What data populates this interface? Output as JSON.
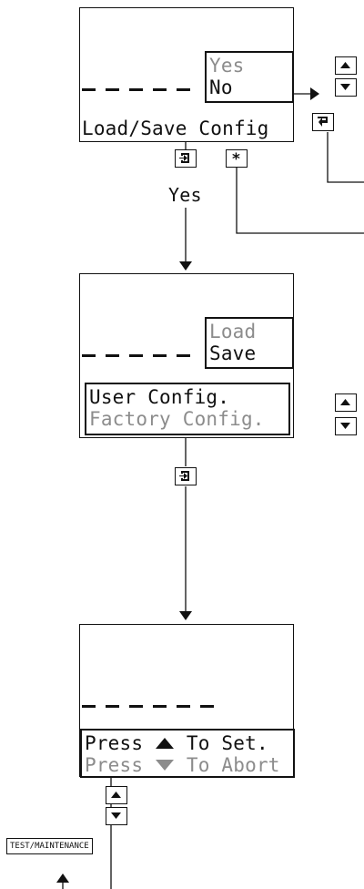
{
  "screen1": {
    "options": [
      "Yes",
      "No"
    ],
    "title": "Load/Save Config"
  },
  "flow_yes_label": "Yes",
  "screen2": {
    "options": [
      "Load",
      "Save"
    ],
    "config_options": [
      "User Config.",
      "Factory Config."
    ]
  },
  "screen3": {
    "prompt_line1_word": "Press",
    "prompt_line1_rest": "To Set.",
    "prompt_line2_word": "Press",
    "prompt_line2_rest": "To Abort"
  },
  "test_maintenance_label": "TEST/MAINTENANCE",
  "icons": [
    "up-key-icon",
    "down-key-icon",
    "return-key-icon",
    "enter-key-icon",
    "star-key-icon"
  ],
  "colors": {
    "dim_text": "#8c8c8c",
    "line": "#111111"
  }
}
